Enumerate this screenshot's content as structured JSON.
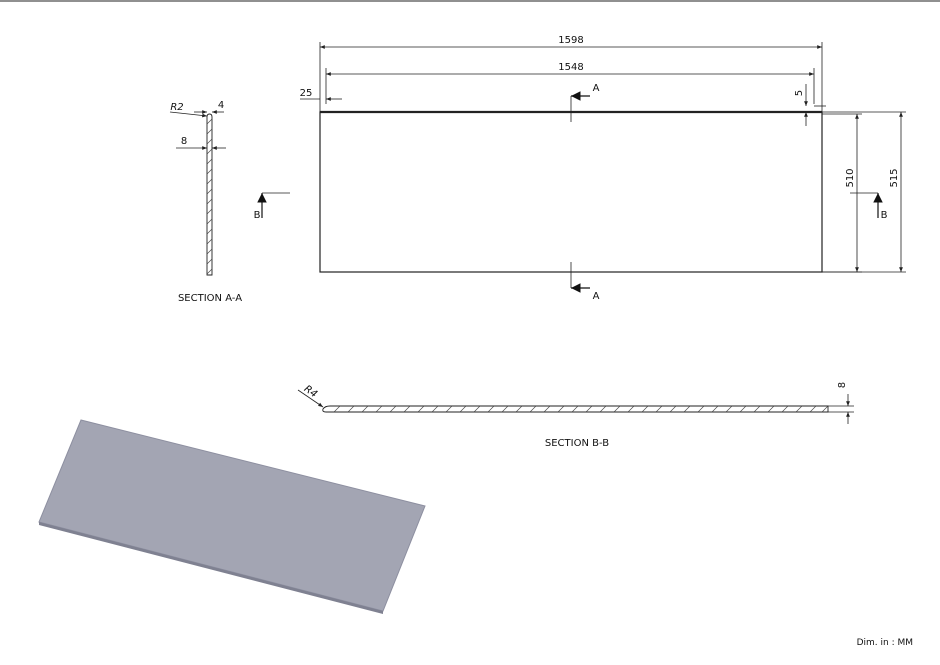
{
  "views": {
    "front": {
      "overall_width": "1598",
      "inner_width": "1548",
      "left_offset": "25",
      "top_offset": "5",
      "inner_height": "510",
      "overall_height": "515",
      "section_marker_a": "A",
      "section_marker_b": "B"
    },
    "section_a": {
      "title": "SECTION A-A",
      "radius": "R2",
      "lip": "4",
      "thickness": "8"
    },
    "section_b": {
      "title": "SECTION B-B",
      "radius": "R4",
      "thickness": "8"
    }
  },
  "footer": {
    "units_note": "Dim. in : MM"
  },
  "colors": {
    "line": "#222222",
    "panel_face": "#a3a5b3",
    "panel_edge": "#8d8fa0"
  }
}
